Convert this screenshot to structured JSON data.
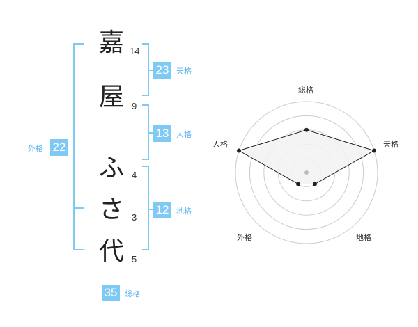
{
  "name": {
    "characters": [
      {
        "char": "嘉",
        "strokes": "14"
      },
      {
        "char": "屋",
        "strokes": "9"
      },
      {
        "char": "ふ",
        "strokes": "4"
      },
      {
        "char": "さ",
        "strokes": "3"
      },
      {
        "char": "代",
        "strokes": "5"
      }
    ]
  },
  "fortune": {
    "tenkaku": {
      "value": "23",
      "label": "天格"
    },
    "jinkaku": {
      "value": "13",
      "label": "人格"
    },
    "chikaku": {
      "value": "12",
      "label": "地格"
    },
    "gaikaku": {
      "value": "22",
      "label": "外格"
    },
    "soukaku": {
      "value": "35",
      "label": "総格"
    }
  },
  "colors": {
    "accent": "#7fcaf5",
    "accent_text": "#5bb6ef",
    "radar_fill": "#f2f2f2",
    "radar_line": "#222222",
    "ring": "#cccccc"
  },
  "chart_data": {
    "type": "radar",
    "axes": [
      "総格",
      "天格",
      "地格",
      "外格",
      "人格"
    ],
    "values": [
      3,
      5,
      1,
      1,
      5
    ],
    "max": 5,
    "rings": 5
  }
}
